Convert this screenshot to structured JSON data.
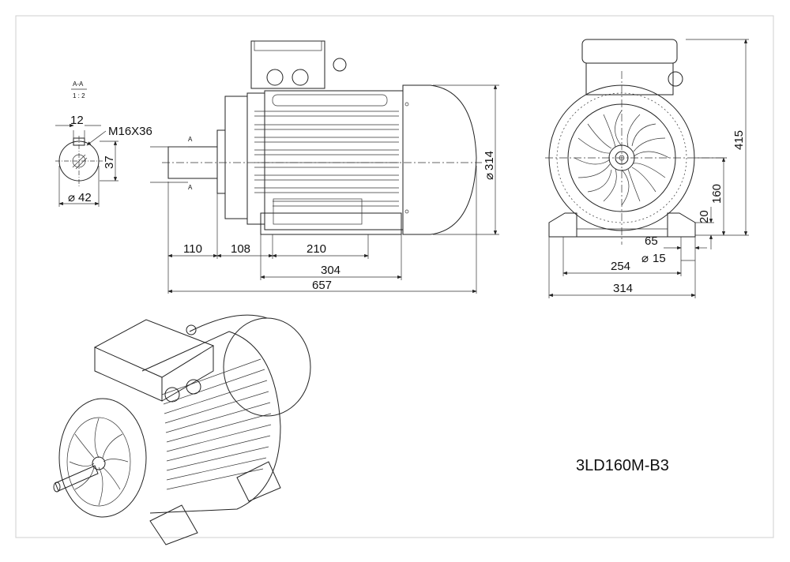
{
  "section_label": "A-A",
  "section_scale": "1 : 2",
  "cut_label_top": "A",
  "cut_label_bottom": "A",
  "model_name": "3LD160M-B3",
  "shaft": {
    "key_width": "12",
    "thread": "M16X36",
    "height": "37",
    "diameter": "42"
  },
  "side_view": {
    "shaft_length": "110",
    "flange_offset": "108",
    "foot_hole_spacing": "210",
    "foot_length": "304",
    "overall_length": "657",
    "frame_diameter": "314"
  },
  "end_view": {
    "overall_height": "415",
    "shaft_height": "160",
    "foot_thickness": "20",
    "foot_edge": "65",
    "hole_diameter": "15",
    "hole_spacing": "254",
    "overall_width": "314"
  }
}
